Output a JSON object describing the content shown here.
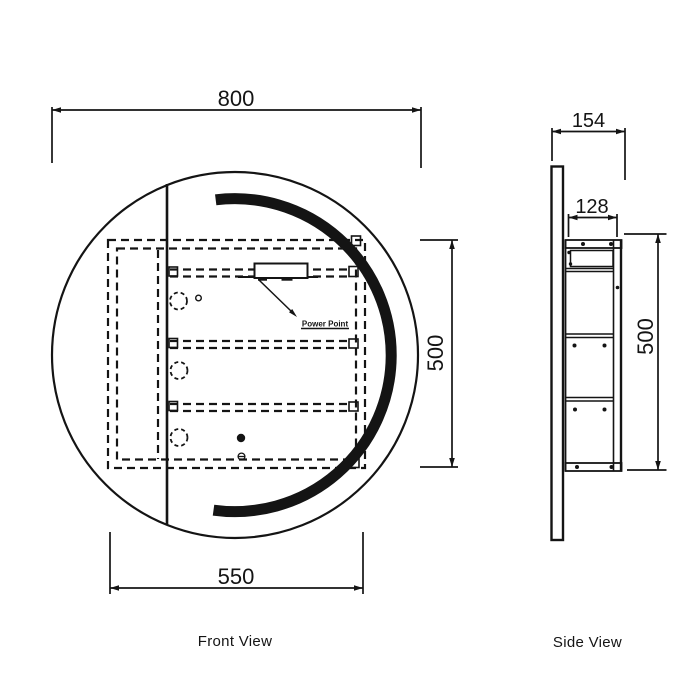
{
  "drawing_type": "mirror-cabinet-technical-drawing",
  "colors": {
    "ink": "#141414",
    "background": "#ffffff"
  },
  "front_view": {
    "label": "Front View",
    "dim_overall_width": "800",
    "dim_cabinet_width": "550",
    "dim_cabinet_height": "500",
    "power_point_label": "Power Point"
  },
  "side_view": {
    "label": "Side View",
    "dim_overall_depth": "154",
    "dim_cabinet_depth": "128",
    "dim_cabinet_height": "500"
  }
}
